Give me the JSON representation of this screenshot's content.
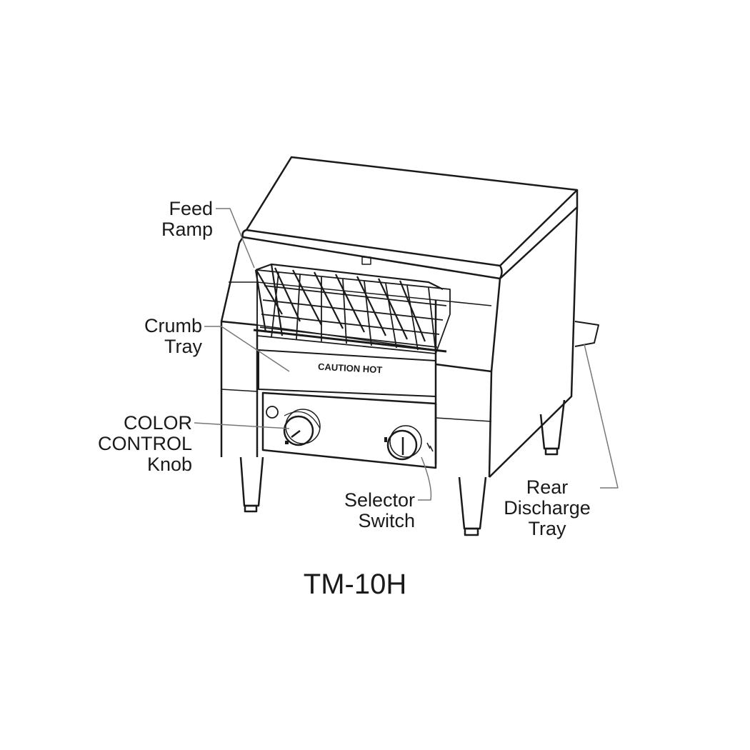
{
  "diagram": {
    "model": "TM-10H",
    "device_text": "CAUTION HOT",
    "labels": {
      "feed_ramp": [
        "Feed",
        "Ramp"
      ],
      "crumb_tray": [
        "Crumb",
        "Tray"
      ],
      "color_control": [
        "COLOR",
        "CONTROL",
        "Knob"
      ],
      "selector_switch": [
        "Selector",
        "Switch"
      ],
      "rear_discharge": [
        "Rear",
        "Discharge",
        "Tray"
      ]
    }
  }
}
